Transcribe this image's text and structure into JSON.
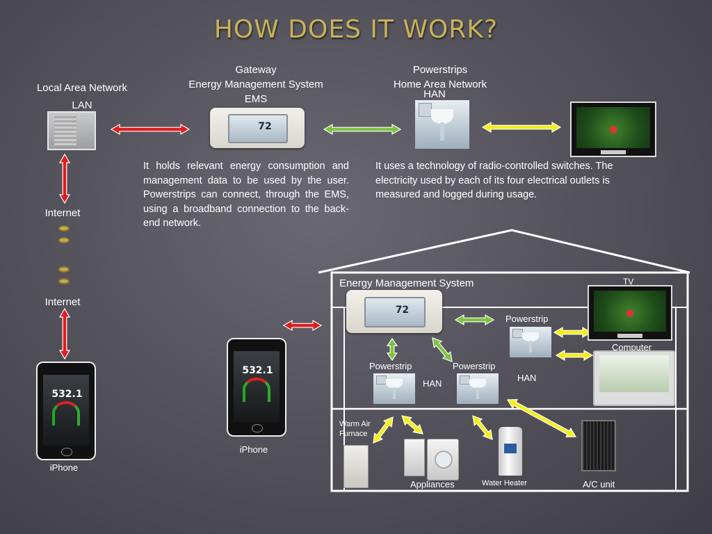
{
  "title": "HOW DOES IT WORK?",
  "lan": {
    "line1": "Local Area Network",
    "line2": "LAN"
  },
  "gateway": {
    "line1": "Gateway",
    "line2": "Energy Management System",
    "line3": "EMS"
  },
  "powerstrips": {
    "line1": "Powerstrips",
    "line2": "Home Area Network",
    "line3": "HAN"
  },
  "thermostat_reading": "72",
  "gateway_text": "It holds relevant energy consumption and management data to be used by the user. Powerstrips can connect, through the EMS, using a broadband connection to the back-end network.",
  "powerstrip_text": "It uses a technology of radio-controlled switches. The electricity used by each of its four electrical outlets is measured and logged during usage.",
  "internet_top": "Internet",
  "internet_bottom": "Internet",
  "iphone_left": "iPhone",
  "iphone_center": "iPhone",
  "phone_reading": "532.1",
  "house": {
    "ems_label": "Energy Management System",
    "tv_label": "TV",
    "computer_label": "Computer",
    "powerstrip_right": "Powerstrip",
    "powerstrip_left": "Powerstrip",
    "powerstrip_mid": "Powerstrip",
    "han_left": "HAN",
    "han_right": "HAN",
    "furnace_line1": "Warm Air",
    "furnace_line2": "Furnace",
    "appliances": "Appliances",
    "water_heater": "Water Heater",
    "ac_unit": "A/C unit"
  },
  "colors": {
    "title": "#c9b25a",
    "arrow_red": "#e01c1c",
    "arrow_green": "#7dc242",
    "arrow_yellow": "#f4ee1c",
    "bead": "#c4ad4e"
  }
}
